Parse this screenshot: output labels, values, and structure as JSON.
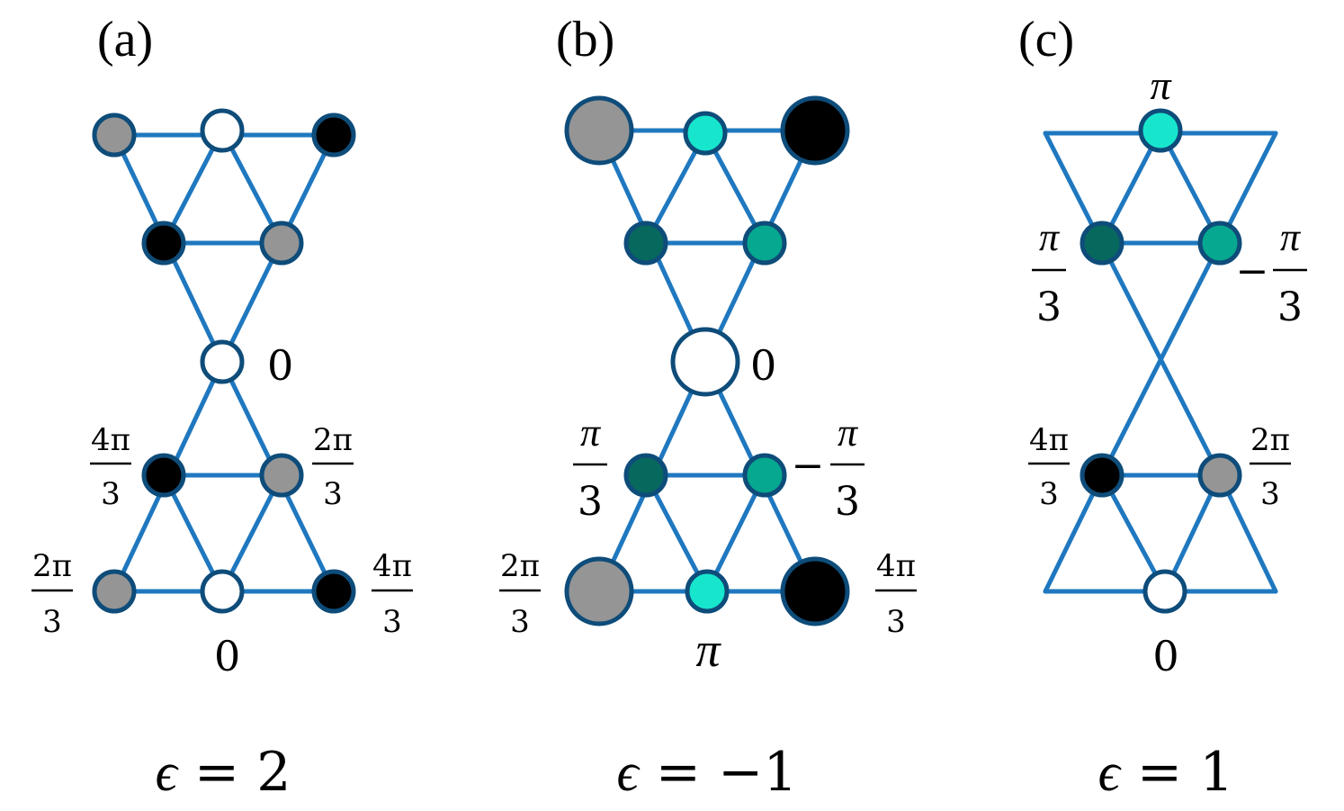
{
  "panels": [
    {
      "label": "(a)",
      "caption": {
        "symbol": "ϵ",
        "rest": " = 2"
      },
      "labels": {
        "center": "0",
        "bottom_center": "0",
        "mid_left": {
          "num": "4π",
          "den": "3"
        },
        "mid_right": {
          "num": "2π",
          "den": "3"
        },
        "bot_left": {
          "num": "2π",
          "den": "3"
        },
        "bot_right": {
          "num": "4π",
          "den": "3"
        }
      }
    },
    {
      "label": "(b)",
      "caption": {
        "symbol": "ϵ",
        "rest": " = −1"
      },
      "labels": {
        "center": "0",
        "bottom_center": "π",
        "mid_left": {
          "num": "π",
          "den": "3"
        },
        "mid_right": {
          "sign": "−",
          "num": "π",
          "den": "3"
        },
        "bot_left": {
          "num": "2π",
          "den": "3"
        },
        "bot_right": {
          "num": "4π",
          "den": "3"
        }
      }
    },
    {
      "label": "(c)",
      "caption": {
        "symbol": "ϵ",
        "rest": " = 1"
      },
      "labels": {
        "top_center": "π",
        "bottom_center": "0",
        "upper_left": {
          "num": "π",
          "den": "3"
        },
        "upper_right": {
          "sign": "−",
          "num": "π",
          "den": "3"
        },
        "mid_left": {
          "num": "4π",
          "den": "3"
        },
        "mid_right": {
          "num": "2π",
          "den": "3"
        }
      }
    }
  ],
  "colors": {
    "edge": "#1f78bf",
    "node_stroke": "#0e4c7a",
    "white": "#ffffff",
    "gray": "#959595",
    "black": "#000000",
    "cyan": "#17e6cd",
    "teal_dark": "#07685e",
    "teal_mid": "#06a88f"
  }
}
